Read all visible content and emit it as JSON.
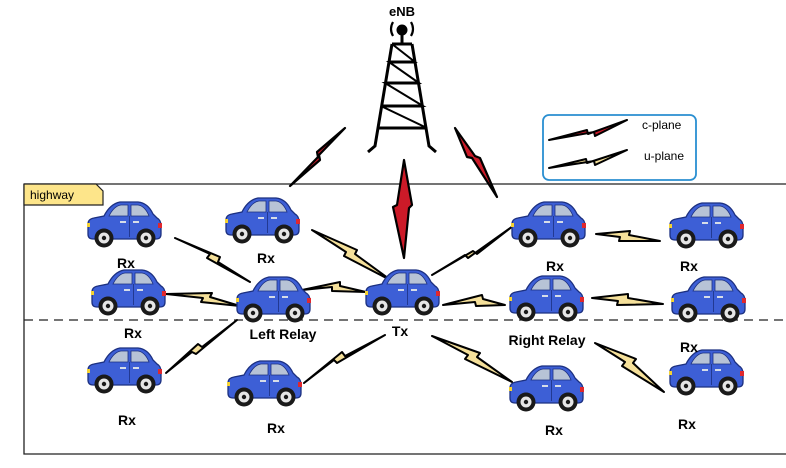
{
  "title": "eNB",
  "highway_label": "highway",
  "legend": {
    "c_plane": "c-plane",
    "u_plane": "u-plane"
  },
  "labels": {
    "tx": "Tx",
    "rx": "Rx",
    "left_relay": "Left Relay",
    "right_relay": "Right Relay"
  },
  "colors": {
    "car_body": "#3d5fd6",
    "car_window": "#b7c3d6",
    "tail_light": "#e0282e",
    "head_light": "#f4d233",
    "c_plane_bolt": "#cc1a28",
    "u_plane_bolt": "#f5e09a",
    "legend_border": "#2a8fd1",
    "highway_tab": "#fde58a"
  },
  "icons": {
    "tower": "cell-tower-icon",
    "car": "car-icon",
    "bolt": "lightning-bolt-icon"
  }
}
